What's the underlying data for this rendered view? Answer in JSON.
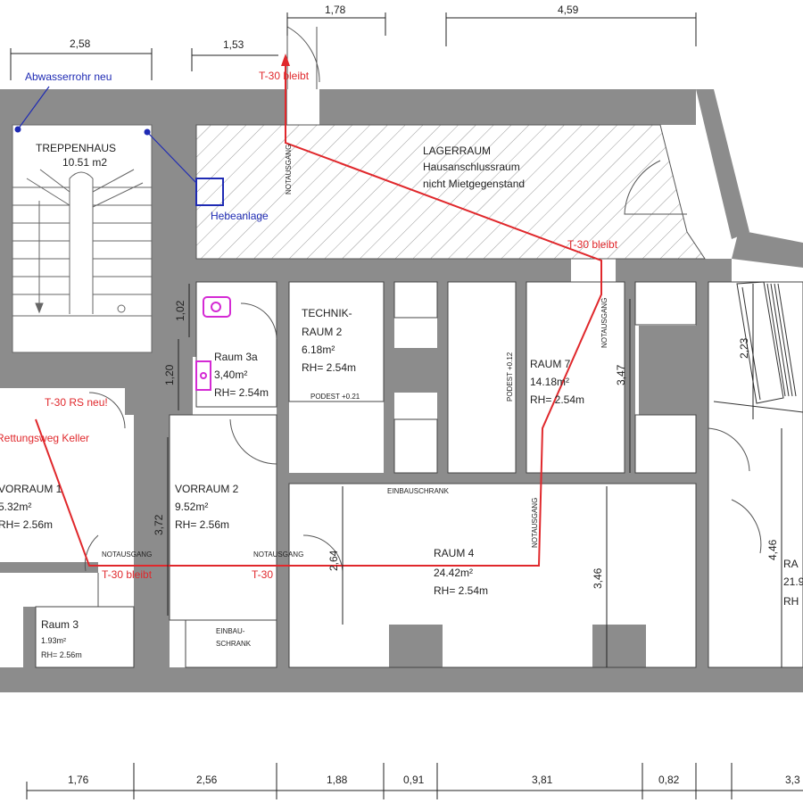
{
  "dimensions": {
    "top": [
      "1,78",
      "4,59",
      "2,58",
      "1,53"
    ],
    "bottom": [
      "1,76",
      "2,56",
      "1,88",
      "0,91",
      "3,81",
      "0,82",
      "3,3"
    ],
    "inner": [
      "1,02",
      "1,20",
      "3,72",
      "2,64",
      "3,47",
      "3,46",
      "2,23",
      "4,46"
    ]
  },
  "rooms": {
    "treppenhaus": {
      "name": "TREPPENHAUS",
      "area": "10.51 m2"
    },
    "lagerraum": {
      "name": "LAGERRAUM",
      "line2": "Hausanschlussraum",
      "line3": "nicht Mietgegenstand"
    },
    "technik": {
      "name1": "TECHNIK-",
      "name2": "RAUM 2",
      "area": "6.18m²",
      "height": "RH= 2.54m"
    },
    "raum3a": {
      "name": "Raum 3a",
      "area": "3,40m²",
      "height": "RH= 2.54m"
    },
    "raum7": {
      "name": "RAUM 7",
      "area": "14.18m²",
      "height": "RH= 2.54m"
    },
    "vorraum1": {
      "name": "VORRAUM 1",
      "area": "5.32m²",
      "height": "RH= 2.56m"
    },
    "vorraum2": {
      "name": "VORRAUM 2",
      "area": "9.52m²",
      "height": "RH= 2.56m"
    },
    "raum4": {
      "name": "RAUM 4",
      "area": "24.42m²",
      "height": "RH= 2.54m"
    },
    "raum3": {
      "name": "Raum 3",
      "area": "1.93m²",
      "height": "RH= 2.56m"
    },
    "raum_right": {
      "name": "RA",
      "area": "21.9",
      "height": "RH"
    }
  },
  "annotations": {
    "abwasser": "Abwasserrohr neu",
    "hebeanlage": "Hebeanlage",
    "t30_bleibt_top": "T-30 bleibt",
    "t30_bleibt_mid": "T-30 bleibt",
    "t30_rs_neu": "T-30 RS neu!",
    "rettungsweg": "Rettungsweg Keller",
    "t30_bleibt_bottom": "T-30 bleibt",
    "t30": "T-30",
    "notausgang": "NOTAUSGANG",
    "podest_technik": "PODEST +0.21",
    "podest_012": "PODEST +0.12",
    "einbauschrank": "EINBAUSCHRANK",
    "einbau1": "EINBAU-",
    "einbau2": "SCHRANK"
  },
  "colors": {
    "wall": "#8c8c8c",
    "escape_route": "#e0282c",
    "blue_note": "#1f2bb4",
    "sanitary": "#d42ad4",
    "dim_line": "#222222"
  }
}
